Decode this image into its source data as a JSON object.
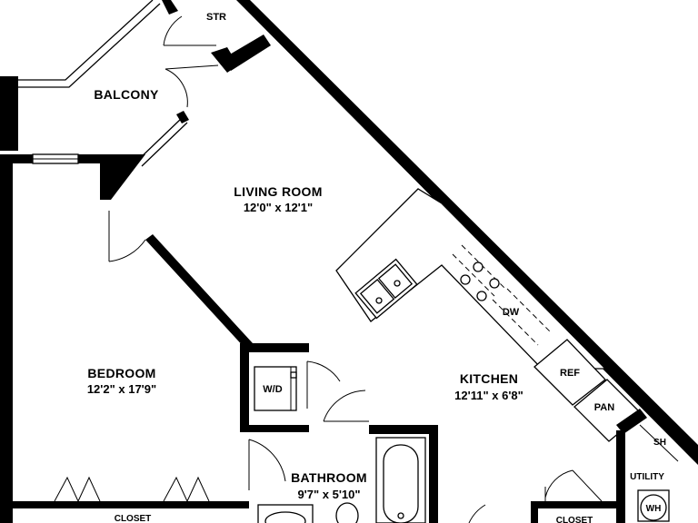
{
  "rooms": {
    "storage": {
      "name": "STR"
    },
    "balcony": {
      "name": "BALCONY"
    },
    "living_room": {
      "name": "LIVING ROOM",
      "size": "12'0\" x 12'1\""
    },
    "bedroom": {
      "name": "BEDROOM",
      "size": "12'2\" x 17'9\""
    },
    "kitchen": {
      "name": "KITCHEN",
      "size": "12'11\" x 6'8\""
    },
    "bathroom": {
      "name": "BATHROOM",
      "size": "9'7\" x 5'10\""
    },
    "bedroom_closet": {
      "name": "CLOSET"
    },
    "hall_closet": {
      "name": "CLOSET"
    },
    "utility": {
      "name": "UTILITY"
    }
  },
  "fixtures": {
    "washer_dryer": "W/D",
    "dishwasher": "DW",
    "refrigerator": "REF",
    "pantry": "PAN",
    "shelf": "SH",
    "water_heater": "WH"
  }
}
